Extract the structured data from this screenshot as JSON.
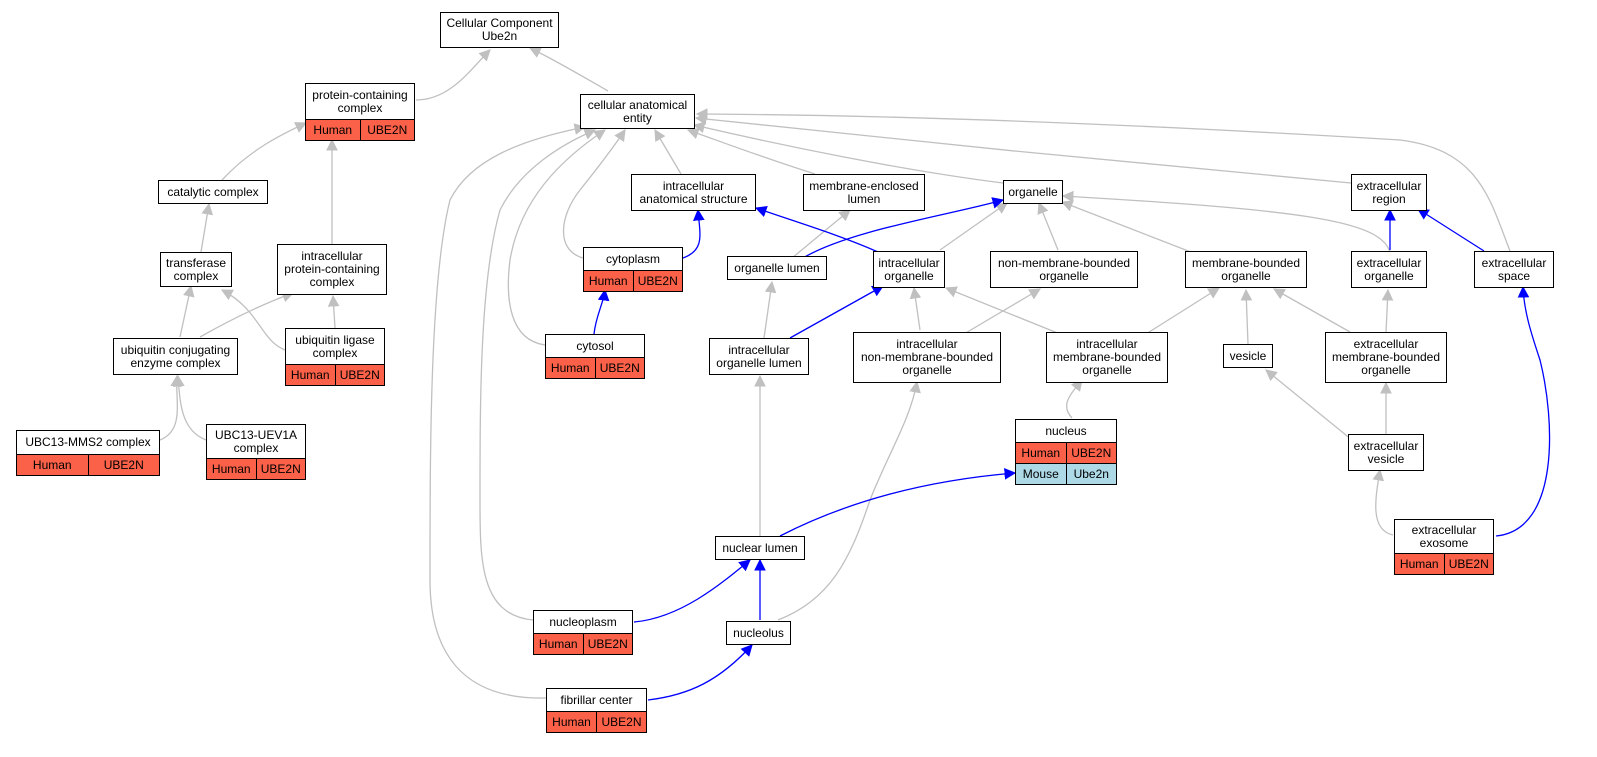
{
  "colors": {
    "human": "#FA6148",
    "mouse": "#ADD8E6",
    "is_a_edge": "#C0C0C0",
    "part_of_edge": "#0000FF"
  },
  "nodes": [
    {
      "id": "root",
      "label": "Cellular Component\nUbe2n",
      "rows": []
    },
    {
      "id": "pcc",
      "label": "protein-containing\ncomplex",
      "rows": [
        [
          "Human",
          "UBE2N"
        ]
      ]
    },
    {
      "id": "cae",
      "label": "cellular anatomical\nentity",
      "rows": []
    },
    {
      "id": "catalytic",
      "label": "catalytic complex",
      "rows": []
    },
    {
      "id": "transferase",
      "label": "transferase\ncomplex",
      "rows": []
    },
    {
      "id": "ipcc",
      "label": "intracellular\nprotein-containing\ncomplex",
      "rows": []
    },
    {
      "id": "uce",
      "label": "ubiquitin conjugating\nenzyme complex",
      "rows": []
    },
    {
      "id": "ulc",
      "label": "ubiquitin ligase\ncomplex",
      "rows": [
        [
          "Human",
          "UBE2N"
        ]
      ]
    },
    {
      "id": "mms2",
      "label": "UBC13-MMS2 complex",
      "rows": [
        [
          "Human",
          "UBE2N"
        ]
      ]
    },
    {
      "id": "uev1a",
      "label": "UBC13-UEV1A\ncomplex",
      "rows": [
        [
          "Human",
          "UBE2N"
        ]
      ]
    },
    {
      "id": "ias",
      "label": "intracellular\nanatomical structure",
      "rows": []
    },
    {
      "id": "mel",
      "label": "membrane-enclosed\nlumen",
      "rows": []
    },
    {
      "id": "organelle",
      "label": "organelle",
      "rows": []
    },
    {
      "id": "ecr",
      "label": "extracellular\nregion",
      "rows": []
    },
    {
      "id": "cytoplasm",
      "label": "cytoplasm",
      "rows": [
        [
          "Human",
          "UBE2N"
        ]
      ]
    },
    {
      "id": "olumen",
      "label": "organelle lumen",
      "rows": []
    },
    {
      "id": "iorg",
      "label": "intracellular\norganelle",
      "rows": []
    },
    {
      "id": "nmbo",
      "label": "non-membrane-bounded\norganelle",
      "rows": []
    },
    {
      "id": "mbo",
      "label": "membrane-bounded\norganelle",
      "rows": []
    },
    {
      "id": "eco",
      "label": "extracellular\norganelle",
      "rows": []
    },
    {
      "id": "ecs",
      "label": "extracellular\nspace",
      "rows": []
    },
    {
      "id": "cytosol",
      "label": "cytosol",
      "rows": [
        [
          "Human",
          "UBE2N"
        ]
      ]
    },
    {
      "id": "iol",
      "label": "intracellular\norganelle lumen",
      "rows": []
    },
    {
      "id": "inmbo",
      "label": "intracellular\nnon-membrane-bounded\norganelle",
      "rows": []
    },
    {
      "id": "imbo",
      "label": "intracellular\nmembrane-bounded\norganelle",
      "rows": []
    },
    {
      "id": "vesicle",
      "label": "vesicle",
      "rows": []
    },
    {
      "id": "embo",
      "label": "extracellular\nmembrane-bounded\norganelle",
      "rows": []
    },
    {
      "id": "nucleus",
      "label": "nucleus",
      "rows": [
        [
          "Human",
          "UBE2N"
        ],
        [
          "Mouse",
          "Ube2n"
        ]
      ]
    },
    {
      "id": "ecv",
      "label": "extracellular\nvesicle",
      "rows": []
    },
    {
      "id": "nlumen",
      "label": "nuclear lumen",
      "rows": []
    },
    {
      "id": "exosome",
      "label": "extracellular\nexosome",
      "rows": [
        [
          "Human",
          "UBE2N"
        ]
      ]
    },
    {
      "id": "nucleoplasm",
      "label": "nucleoplasm",
      "rows": [
        [
          "Human",
          "UBE2N"
        ]
      ]
    },
    {
      "id": "nucleolus",
      "label": "nucleolus",
      "rows": []
    },
    {
      "id": "fibrillar",
      "label": "fibrillar center",
      "rows": [
        [
          "Human",
          "UBE2N"
        ]
      ]
    }
  ]
}
